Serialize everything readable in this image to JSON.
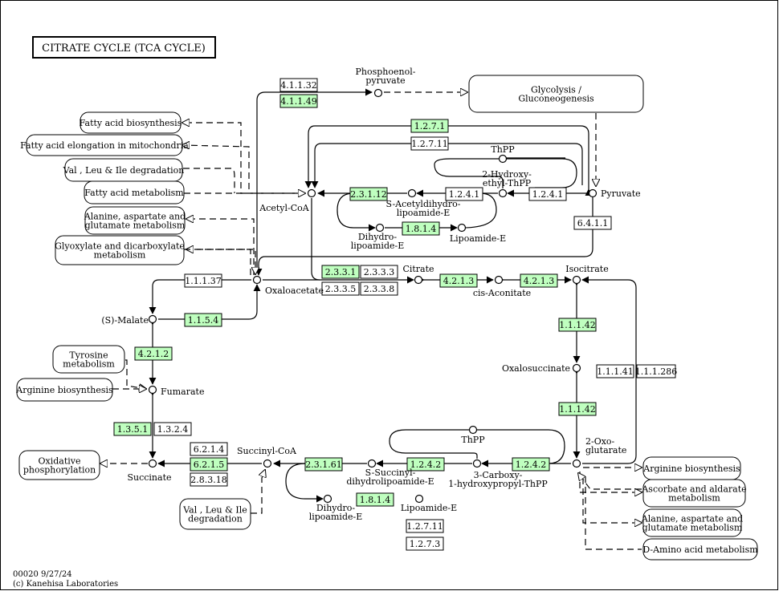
{
  "title": "CITRATE  CYCLE  (TCA CYCLE)",
  "footer": {
    "map_line": "00020 9/27/24",
    "copyright": "(c) Kanehisa Laboratories"
  },
  "colors": {
    "enzyme_present": "#bfffbf",
    "enzyme_absent": "#ffffff",
    "line": "#000000"
  },
  "enzymes": [
    {
      "label": "4.1.1.32",
      "present": false
    },
    {
      "label": "4.1.1.49",
      "present": true
    },
    {
      "label": "1.2.7.1",
      "present": true
    },
    {
      "label": "1.2.7.11",
      "present": false
    },
    {
      "label": "2.3.1.12",
      "present": true
    },
    {
      "label": "1.2.4.1",
      "present": false
    },
    {
      "label": "1.2.4.1",
      "present": false
    },
    {
      "label": "1.8.1.4",
      "present": true
    },
    {
      "label": "6.4.1.1",
      "present": false
    },
    {
      "label": "2.3.3.1",
      "present": true
    },
    {
      "label": "2.3.3.3",
      "present": false
    },
    {
      "label": "2.3.3.5",
      "present": false
    },
    {
      "label": "2.3.3.8",
      "present": false
    },
    {
      "label": "4.2.1.3",
      "present": true
    },
    {
      "label": "4.2.1.3",
      "present": true
    },
    {
      "label": "1.1.1.37",
      "present": false
    },
    {
      "label": "1.1.5.4",
      "present": true
    },
    {
      "label": "4.2.1.2",
      "present": true
    },
    {
      "label": "1.1.1.42",
      "present": true
    },
    {
      "label": "1.1.1.41",
      "present": false
    },
    {
      "label": "1.1.1.286",
      "present": false
    },
    {
      "label": "1.1.1.42",
      "present": true
    },
    {
      "label": "1.3.5.1",
      "present": true
    },
    {
      "label": "1.3.2.4",
      "present": false
    },
    {
      "label": "6.2.1.4",
      "present": false
    },
    {
      "label": "6.2.1.5",
      "present": true
    },
    {
      "label": "2.8.3.18",
      "present": false
    },
    {
      "label": "2.3.1.61",
      "present": true
    },
    {
      "label": "1.2.4.2",
      "present": true
    },
    {
      "label": "1.2.4.2",
      "present": true
    },
    {
      "label": "1.8.1.4",
      "present": true
    },
    {
      "label": "1.2.7.11",
      "present": false
    },
    {
      "label": "1.2.7.3",
      "present": false
    }
  ],
  "compounds": [
    {
      "label": "Phosphoenol-\npyruvate"
    },
    {
      "label": "Acetyl-CoA"
    },
    {
      "label": "Pyruvate"
    },
    {
      "label": "ThPP"
    },
    {
      "label": "2-Hydroxy-\nethyl-ThPP"
    },
    {
      "label": "S-Acetyldihydro-\nlipoamide-E"
    },
    {
      "label": "Dihydro-\nlipoamide-E"
    },
    {
      "label": "Lipoamide-E"
    },
    {
      "label": "Oxaloacetate"
    },
    {
      "label": "Citrate"
    },
    {
      "label": "cis-Aconitate"
    },
    {
      "label": "Isocitrate"
    },
    {
      "label": "(S)-Malate"
    },
    {
      "label": "Fumarate"
    },
    {
      "label": "Oxalosuccinate"
    },
    {
      "label": "Succinate"
    },
    {
      "label": "Succinyl-CoA"
    },
    {
      "label": "2-Oxo-\nglutarate"
    },
    {
      "label": "ThPP"
    },
    {
      "label": "3-Carboxy-\n1-hydroxypropyl-ThPP"
    },
    {
      "label": "S-Succinyl-\ndihydrolipoamide-E"
    },
    {
      "label": "Dihydro-\nlipoamide-E"
    },
    {
      "label": "Lipoamide-E"
    }
  ],
  "pathways": [
    {
      "label": "Glycolysis /\nGluconeogenesis"
    },
    {
      "label": "Fatty acid biosynthesis"
    },
    {
      "label": "Fatty acid elongation in mitochondria"
    },
    {
      "label": "Val , Leu & Ile degradation"
    },
    {
      "label": "Fatty acid metabolism"
    },
    {
      "label": "Alanine, aspartate and\nglutamate metabolism"
    },
    {
      "label": "Glyoxylate and dicarboxylate\nmetabolism"
    },
    {
      "label": "Tyrosine\nmetabolism"
    },
    {
      "label": "Arginine biosynthesis"
    },
    {
      "label": "Oxidative\nphosphorylation"
    },
    {
      "label": "Val , Leu & Ile\ndegradation"
    },
    {
      "label": "Arginine biosynthesis"
    },
    {
      "label": "Ascorbate and aldarate\nmetabolism"
    },
    {
      "label": "Alanine, aspartate and\nglutamate metabolism"
    },
    {
      "label": "D-Amino acid metabolism"
    }
  ]
}
